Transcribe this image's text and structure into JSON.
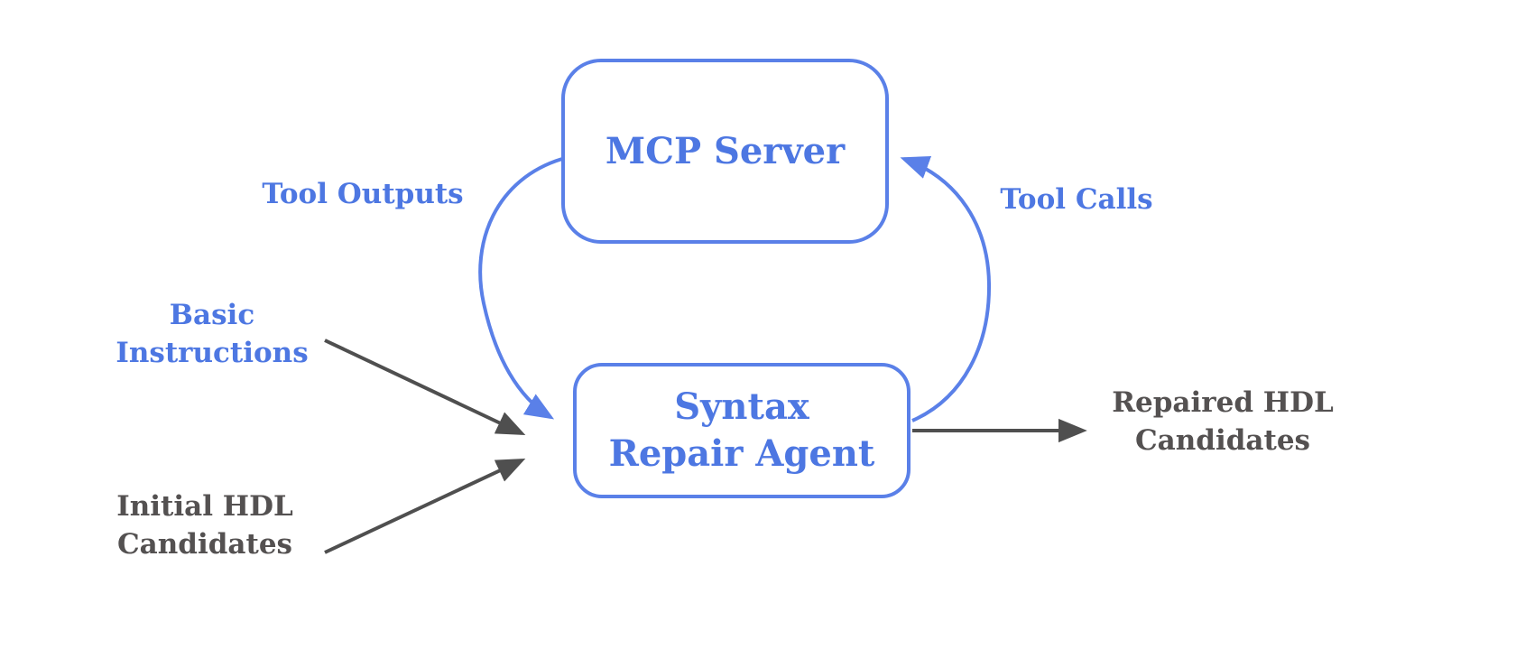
{
  "diagram": {
    "colors": {
      "blue_line": "#5a80e8",
      "blue_text": "#4d77e2",
      "gray_line": "#4f4f4f",
      "gray_text": "#545151",
      "background": "#ffffff"
    },
    "nodes": {
      "mcp_server": {
        "label": "MCP Server"
      },
      "syntax_repair_agent": {
        "label": "Syntax\nRepair Agent"
      }
    },
    "edges": {
      "tool_outputs": {
        "label": "Tool Outputs",
        "from": "MCP Server",
        "to": "Syntax Repair Agent"
      },
      "tool_calls": {
        "label": "Tool Calls",
        "from": "Syntax Repair Agent",
        "to": "MCP Server"
      }
    },
    "inputs": {
      "basic_instructions": {
        "label": "Basic\nInstructions",
        "to": "Syntax Repair Agent"
      },
      "initial_hdl_candidates": {
        "label": "Initial HDL\nCandidates",
        "to": "Syntax Repair Agent"
      }
    },
    "outputs": {
      "repaired_hdl_candidates": {
        "label": "Repaired HDL\nCandidates",
        "from": "Syntax Repair Agent"
      }
    }
  }
}
